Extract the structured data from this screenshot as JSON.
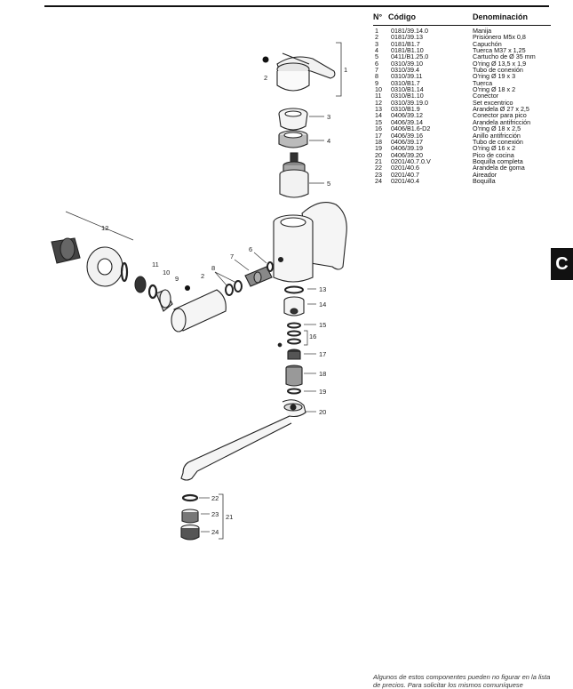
{
  "table": {
    "headers": {
      "number": "N°",
      "code": "Código",
      "name": "Denominación"
    },
    "rows": [
      {
        "n": "1",
        "code": "0181/39.14.0",
        "name": "Manija"
      },
      {
        "n": "2",
        "code": "0181/39.13",
        "name": "Prisionero M5x 0,8"
      },
      {
        "n": "3",
        "code": "0181/B1.7",
        "name": "Capuchón"
      },
      {
        "n": "4",
        "code": "0181/B1.10",
        "name": "Tuerca M37 x 1,25"
      },
      {
        "n": "5",
        "code": "0411/B1.25.0",
        "name": "Cartucho de Ø 35 mm"
      },
      {
        "n": "6",
        "code": "0310/39.10",
        "name": "O'ring Ø 13,5 x 1,9"
      },
      {
        "n": "7",
        "code": "0310/39.4",
        "name": "Tubo de conexión"
      },
      {
        "n": "8",
        "code": "0310/39.11",
        "name": "O'ring Ø 19 x 3"
      },
      {
        "n": "9",
        "code": "0310/B1.7",
        "name": "Tuerca"
      },
      {
        "n": "10",
        "code": "0310/B1.14",
        "name": "O'ring Ø 18 x 2"
      },
      {
        "n": "11",
        "code": "0310/B1.10",
        "name": "Conector"
      },
      {
        "n": "12",
        "code": "0310/39.19.0",
        "name": "Set excentrico"
      },
      {
        "n": "13",
        "code": "0310/B1.9",
        "name": "Arandela Ø 27 x 2,5"
      },
      {
        "n": "14",
        "code": "0406/39.12",
        "name": "Conector para pico"
      },
      {
        "n": "15",
        "code": "0406/39.14",
        "name": "Arandela antifricción"
      },
      {
        "n": "16",
        "code": "0406/B1.6-D2",
        "name": "O'ring Ø 18 x 2,5"
      },
      {
        "n": "17",
        "code": "0406/39.16",
        "name": "Anillo antifricción"
      },
      {
        "n": "18",
        "code": "0406/39.17",
        "name": "Tubo de conexión"
      },
      {
        "n": "19",
        "code": "0406/39.19",
        "name": "O'ring Ø 16 x 2"
      },
      {
        "n": "20",
        "code": "0406/39.20",
        "name": "Pico de cocina"
      },
      {
        "n": "21",
        "code": "0201/40.7.0.V",
        "name": "Boquilla completa"
      },
      {
        "n": "22",
        "code": "0201/40.6",
        "name": "Arandela de goma"
      },
      {
        "n": "23",
        "code": "0201/40.7",
        "name": "Aireador"
      },
      {
        "n": "24",
        "code": "0201/40.4",
        "name": "Boquilla"
      }
    ]
  },
  "section_tab": "C",
  "footnote": "Algunos de estos componentes pueden no figurar en la lista de precios. Para solicitar los mismos comuníquese",
  "callouts": [
    "1",
    "2",
    "3",
    "4",
    "5",
    "6",
    "7",
    "8",
    "9",
    "10",
    "11",
    "12",
    "13",
    "14",
    "15",
    "16",
    "17",
    "18",
    "19",
    "20",
    "21",
    "22",
    "23",
    "24",
    "2"
  ]
}
